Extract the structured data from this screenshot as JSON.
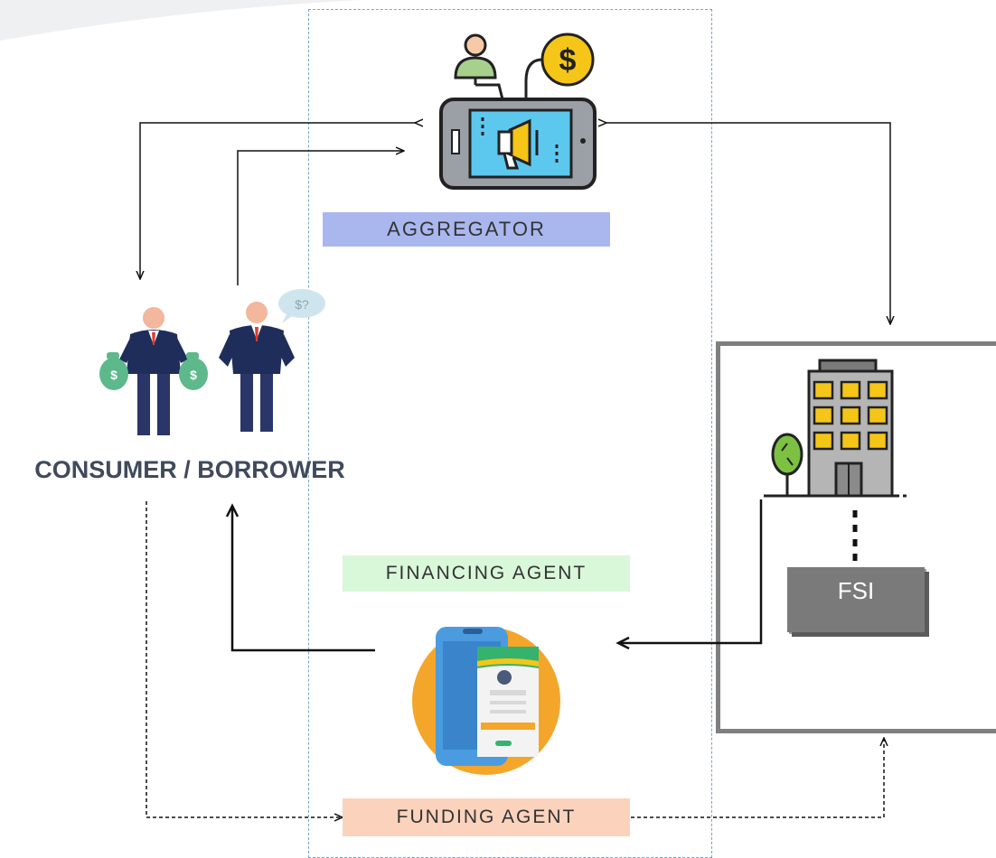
{
  "aggregator": {
    "label": "AGGREGATOR"
  },
  "consumer": {
    "label": "CONSUMER / BORROWER",
    "speech_bubble": "$?"
  },
  "financing_agent": {
    "label": "FINANCING AGENT"
  },
  "funding_agent": {
    "label": "FUNDING AGENT"
  },
  "fsi": {
    "label": "FSI"
  },
  "icons": {
    "aggregator": "phone-megaphone-icon",
    "consumers": "businessmen-money-bags-icon",
    "financing_agent": "mobile-app-icon",
    "fsi": "office-building-icon"
  },
  "colors": {
    "aggregator_label_bg": "#a9b7ee",
    "financing_label_bg": "#d9f7d9",
    "funding_label_bg": "#fbd3bd",
    "fsi_box": "#7a7a7a",
    "consumer_text": "#404a5c"
  }
}
